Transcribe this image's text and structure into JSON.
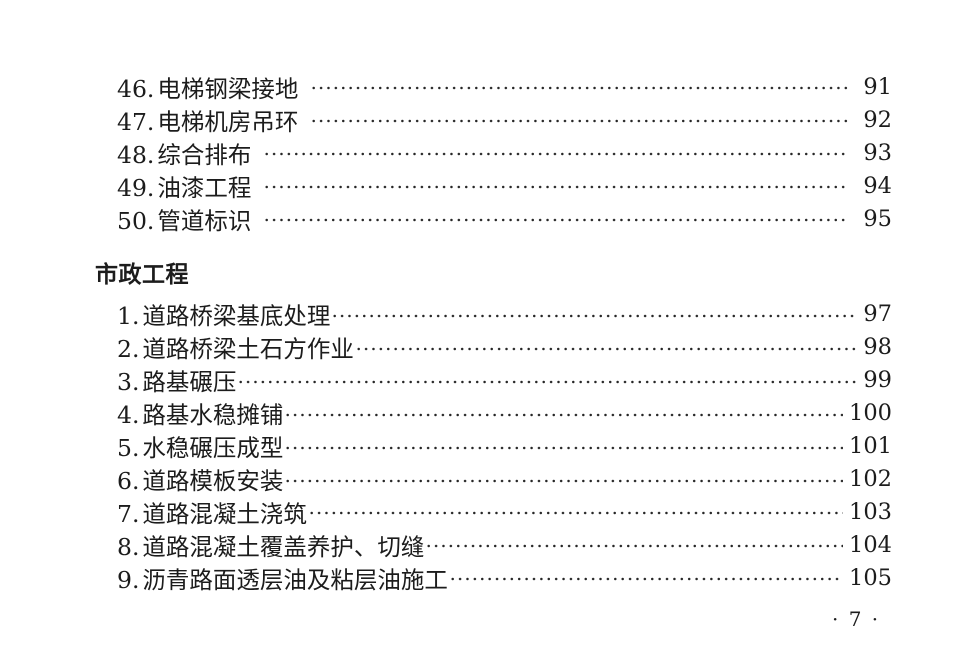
{
  "toc": {
    "building_entries": [
      {
        "number": "46.",
        "title": "电梯钢梁接地",
        "page": "91"
      },
      {
        "number": "47.",
        "title": "电梯机房吊环",
        "page": "92"
      },
      {
        "number": "48.",
        "title": "综合排布",
        "page": "93"
      },
      {
        "number": "49.",
        "title": "油漆工程",
        "page": "94"
      },
      {
        "number": "50.",
        "title": "管道标识",
        "page": "95"
      }
    ],
    "section_title": "市政工程",
    "municipal_entries": [
      {
        "number": "1.",
        "title": "道路桥梁基底处理",
        "page": "97"
      },
      {
        "number": "2.",
        "title": "道路桥梁土石方作业",
        "page": "98"
      },
      {
        "number": "3.",
        "title": "路基碾压",
        "page": "99"
      },
      {
        "number": "4.",
        "title": "路基水稳摊铺",
        "page": "100"
      },
      {
        "number": "5.",
        "title": "水稳碾压成型",
        "page": "101"
      },
      {
        "number": "6.",
        "title": "道路模板安装",
        "page": "102"
      },
      {
        "number": "7.",
        "title": "道路混凝土浇筑",
        "page": "103"
      },
      {
        "number": "8.",
        "title": "道路混凝土覆盖养护、切缝",
        "page": "104"
      },
      {
        "number": "9.",
        "title": "沥青路面透层油及粘层油施工",
        "page": "105"
      }
    ]
  },
  "footer": {
    "page_number": "· 7 ·"
  }
}
